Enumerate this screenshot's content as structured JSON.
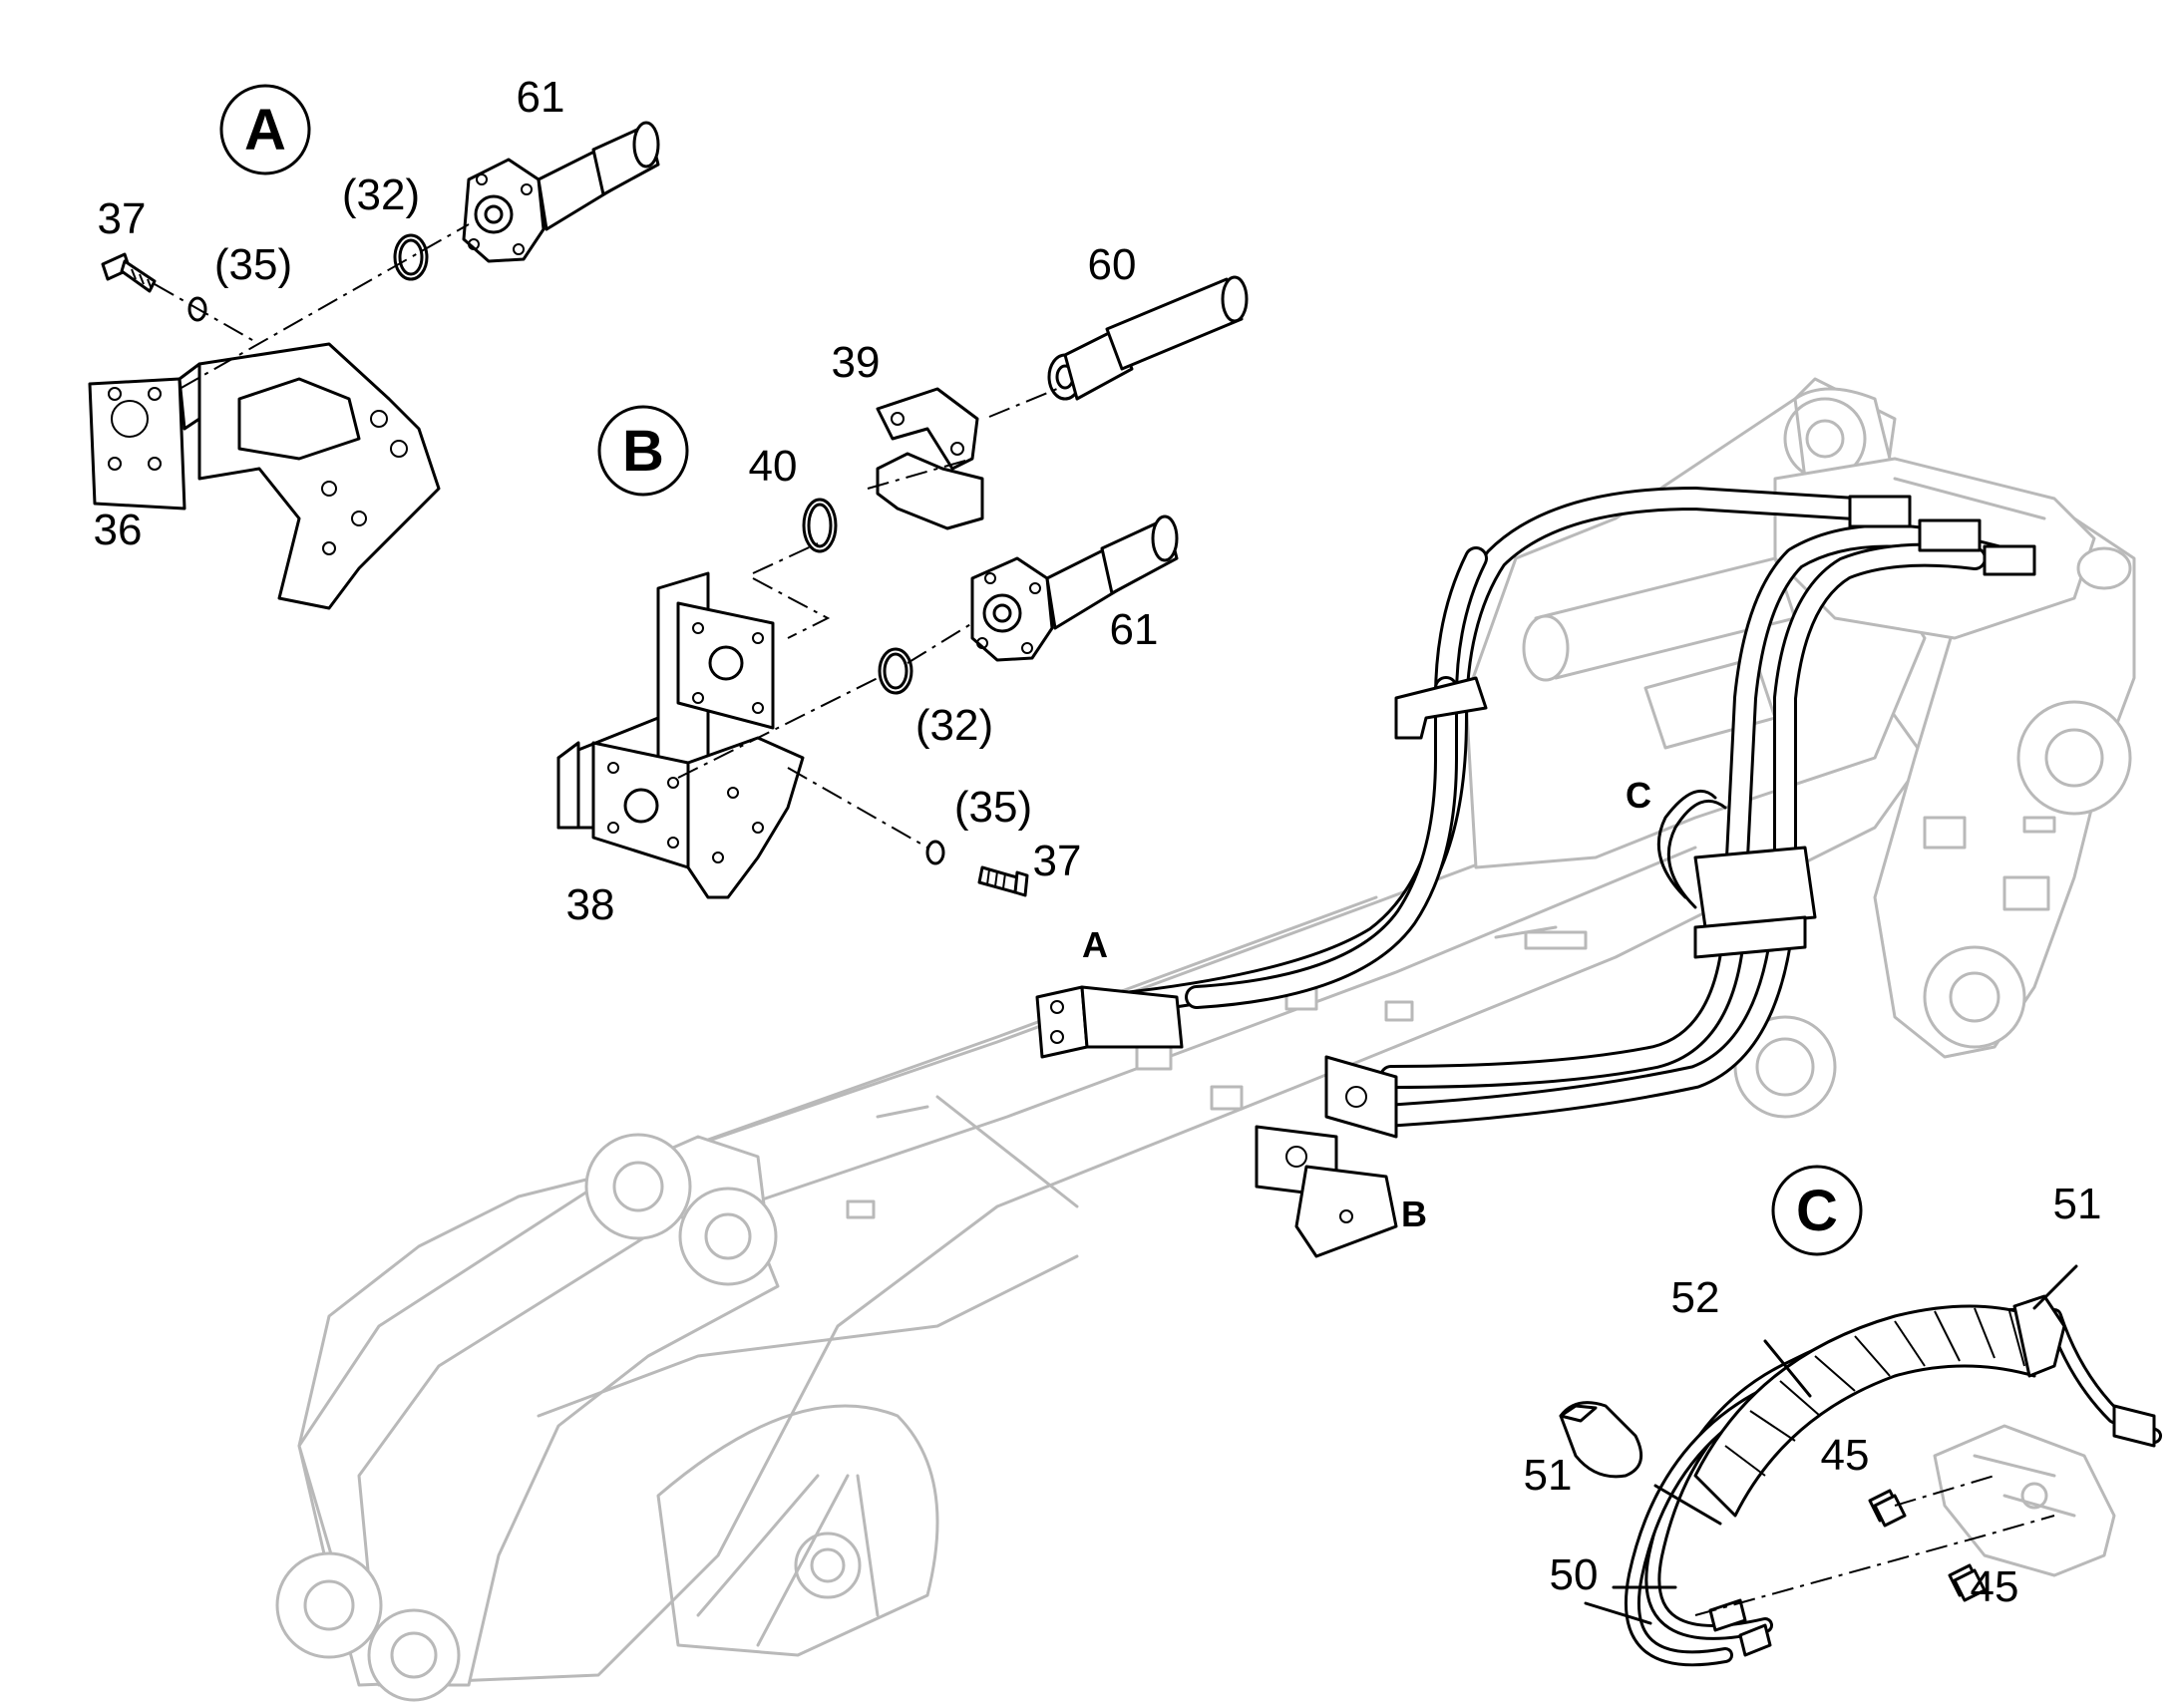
{
  "callouts": {
    "A": "A",
    "B": "B",
    "C": "C"
  },
  "location_marks": {
    "A": "A",
    "B": "B",
    "C": "C"
  },
  "part_labels": {
    "p61_a": "61",
    "p32_a": "(32)",
    "p37_a": "37",
    "p35_a": "(35)",
    "p36": "36",
    "p60": "60",
    "p39": "39",
    "p40": "40",
    "p61_b": "61",
    "p32_b": "(32)",
    "p35_b": "(35)",
    "p37_b": "37",
    "p38": "38",
    "p51_a": "51",
    "p52": "52",
    "p51_b": "51",
    "p45_a": "45",
    "p50": "50",
    "p45_b": "45"
  }
}
